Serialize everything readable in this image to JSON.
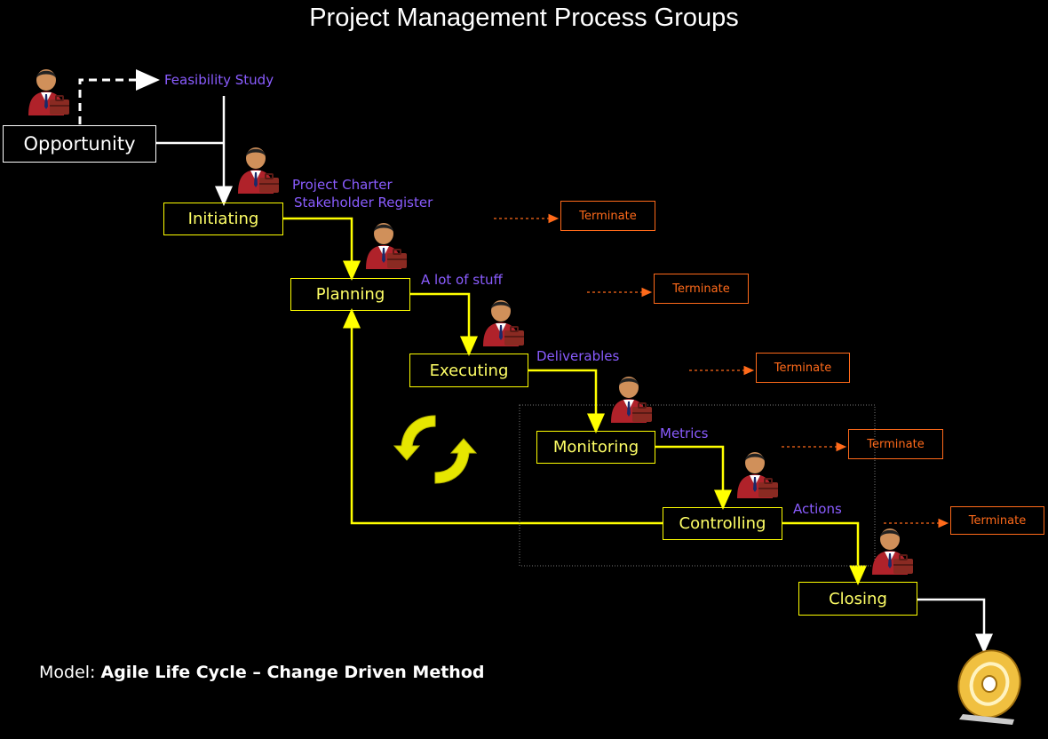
{
  "title": "Project Management Process Groups",
  "opportunity": "Opportunity",
  "feasibility": "Feasibility Study",
  "stages": [
    {
      "name": "Initiating"
    },
    {
      "name": "Planning"
    },
    {
      "name": "Executing"
    },
    {
      "name": "Monitoring"
    },
    {
      "name": "Controlling"
    },
    {
      "name": "Closing"
    }
  ],
  "outputs": {
    "initiating_line1": "Project Charter",
    "initiating_line2": "Stakeholder Register",
    "planning": "A lot of stuff",
    "executing": "Deliverables",
    "monitoring": "Metrics",
    "controlling": "Actions"
  },
  "terminate": [
    "Terminate",
    "Terminate",
    "Terminate",
    "Terminate",
    "Terminate"
  ],
  "model_prefix": "Model:",
  "model_name": "Agile Life Cycle – Change Driven Method",
  "icons": [
    "businessman-icon",
    "cycle-arrows-icon",
    "disc-icon"
  ],
  "colors": {
    "background": "#000000",
    "stage_border": "#ffff00",
    "stage_text": "#ffff66",
    "output_text": "#8a5cff",
    "terminate": "#ff6a1a"
  }
}
